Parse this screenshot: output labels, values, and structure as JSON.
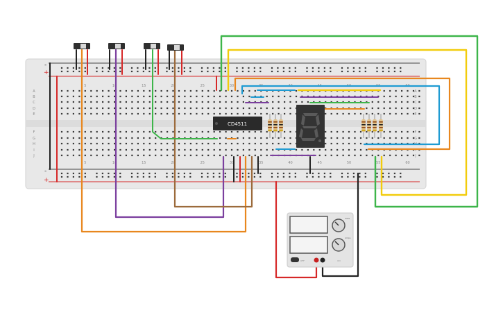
{
  "ic": {
    "label": "CD4511"
  },
  "column_numbers": {
    "top": [
      "5",
      "10",
      "15",
      "20",
      "25",
      "30",
      "35",
      "40",
      "45",
      "50",
      "55",
      "60"
    ],
    "bottom": [
      "5",
      "10",
      "15",
      "20",
      "25",
      "30",
      "35",
      "40",
      "45",
      "50",
      "55",
      "60"
    ]
  },
  "row_letters": {
    "top": [
      "A",
      "B",
      "C",
      "D",
      "E"
    ],
    "bottom": [
      "F",
      "G",
      "H",
      "I",
      "J"
    ]
  },
  "rail_signs": {
    "plus": "+",
    "minus": "-"
  },
  "power_supply": {
    "label_1": "Volts",
    "label_2": "Amps",
    "label_3": "OFF",
    "label_4": "ON"
  },
  "display": {
    "digit": "8"
  },
  "colors": {
    "breadboard": "#e6e6e6",
    "wire_green": "#3db54a",
    "wire_yellow": "#f2cc0c",
    "wire_orange": "#e8871e",
    "wire_blue": "#1f9bd2",
    "wire_purple": "#7b3f9e",
    "wire_brown": "#9c6b3c",
    "wire_red": "#d62828",
    "wire_black": "#222222"
  }
}
